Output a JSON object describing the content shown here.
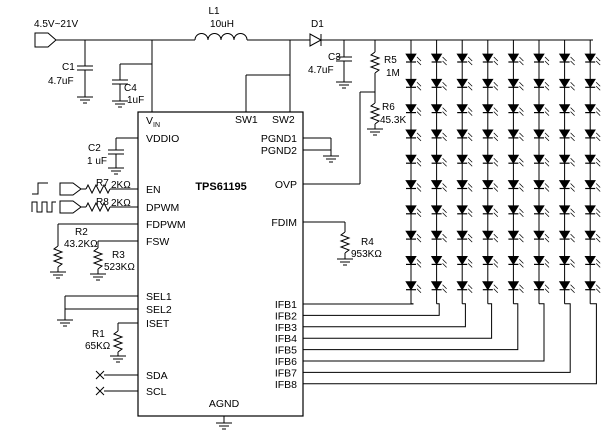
{
  "input": {
    "voltage": "4.5V~21V"
  },
  "inductor": {
    "ref": "L1",
    "value": "10uH"
  },
  "diode": {
    "ref": "D1"
  },
  "capacitors": {
    "c1": {
      "ref": "C1",
      "value": "4.7uF"
    },
    "c4": {
      "ref": "C4",
      "value": "1uF"
    },
    "c3": {
      "ref": "C3",
      "value": "4.7uF"
    },
    "c2": {
      "ref": "C2",
      "value": "1 uF"
    }
  },
  "resistors": {
    "r5": {
      "ref": "R5",
      "value": "1M"
    },
    "r6": {
      "ref": "R6",
      "value": "45.3K"
    },
    "r7": {
      "ref": "R7",
      "value": "2KΩ"
    },
    "r8": {
      "ref": "R8",
      "value": "2KΩ"
    },
    "r2": {
      "ref": "R2",
      "value": "43.2KΩ"
    },
    "r3": {
      "ref": "R3",
      "value": "523KΩ"
    },
    "r4": {
      "ref": "R4",
      "value": "953KΩ"
    },
    "r1": {
      "ref": "R1",
      "value": "65KΩ"
    }
  },
  "chip": {
    "name": "TPS61195",
    "vin_main": "V",
    "vin_sub": "IN",
    "pins_left": [
      "VDDIO",
      "EN",
      "DPWM",
      "FDPWM",
      "FSW",
      "SEL1",
      "SEL2",
      "ISET",
      "SDA",
      "SCL"
    ],
    "pins_top": [
      "SW1",
      "SW2"
    ],
    "pins_right": [
      "PGND1",
      "PGND2",
      "OVP",
      "FDIM"
    ],
    "pins_ifb": [
      "IFB1",
      "IFB2",
      "IFB3",
      "IFB4",
      "IFB5",
      "IFB6",
      "IFB7",
      "IFB8"
    ],
    "pin_bottom": "AGND"
  },
  "led_array": {
    "strings": 8,
    "leds_per_string": 10
  }
}
